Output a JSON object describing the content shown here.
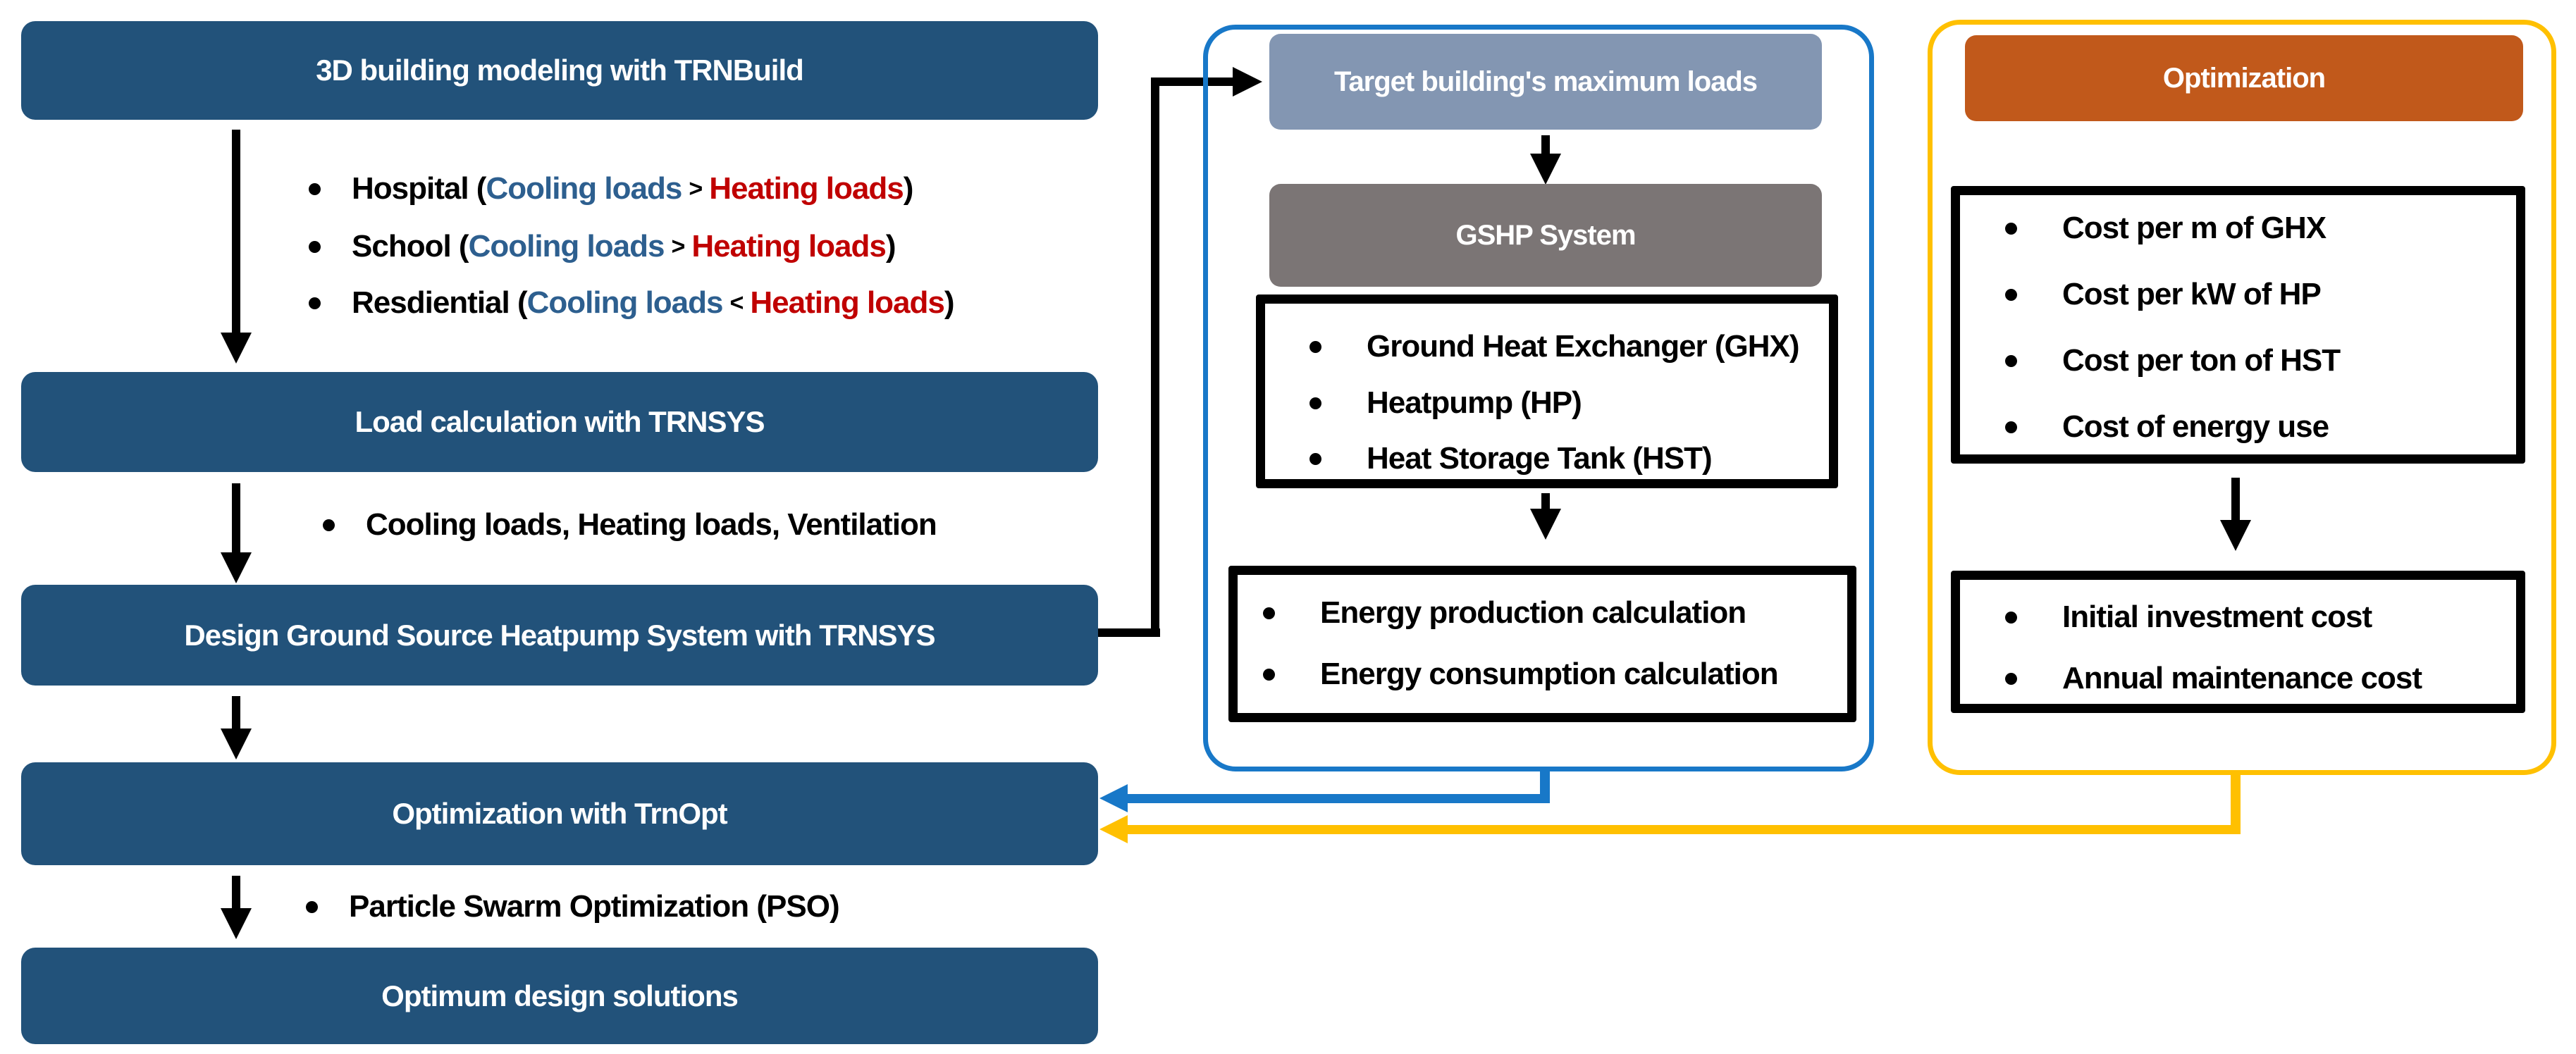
{
  "colors": {
    "navy": "#22527A",
    "slate": "#8396B2",
    "gray": "#7B7575",
    "orange": "#C1591B",
    "blue_accent": "#1878C8",
    "gold": "#FFC000",
    "cooling_text": "#2D5F8F",
    "heating_text": "#C00000"
  },
  "left_flow": {
    "step1": "3D building modeling with TRNBuild",
    "building_types": [
      {
        "prefix": "Hospital (",
        "cooling": "Cooling loads",
        "relation": ">",
        "heating": "Heating loads",
        "suffix": ")"
      },
      {
        "prefix": "School (",
        "cooling": "Cooling loads",
        "relation": ">",
        "heating": "Heating loads",
        "suffix": ")"
      },
      {
        "prefix": "Resdiential (",
        "cooling": "Cooling loads",
        "relation": "<",
        "heating": "Heating loads",
        "suffix": ")"
      }
    ],
    "step2": "Load calculation with TRNSYS",
    "loads_note": "Cooling loads, Heating loads, Ventilation",
    "step3": "Design Ground Source Heatpump System with TRNSYS",
    "step4": "Optimization with TrnOpt",
    "pso_note": "Particle Swarm Optimization (PSO)",
    "step5": "Optimum design solutions"
  },
  "gshp_panel": {
    "input_label": "Target building's maximum loads",
    "system_label": "GSHP System",
    "components": [
      "Ground Heat Exchanger (GHX)",
      "Heatpump (HP)",
      "Heat Storage Tank (HST)"
    ],
    "calculations": [
      "Energy production calculation",
      "Energy consumption calculation"
    ]
  },
  "cost_panel": {
    "header": "Optimization",
    "inputs": [
      "Cost per m of GHX",
      "Cost per kW of HP",
      "Cost per ton of HST",
      "Cost of energy use"
    ],
    "outputs": [
      "Initial investment cost",
      "Annual maintenance cost"
    ]
  }
}
